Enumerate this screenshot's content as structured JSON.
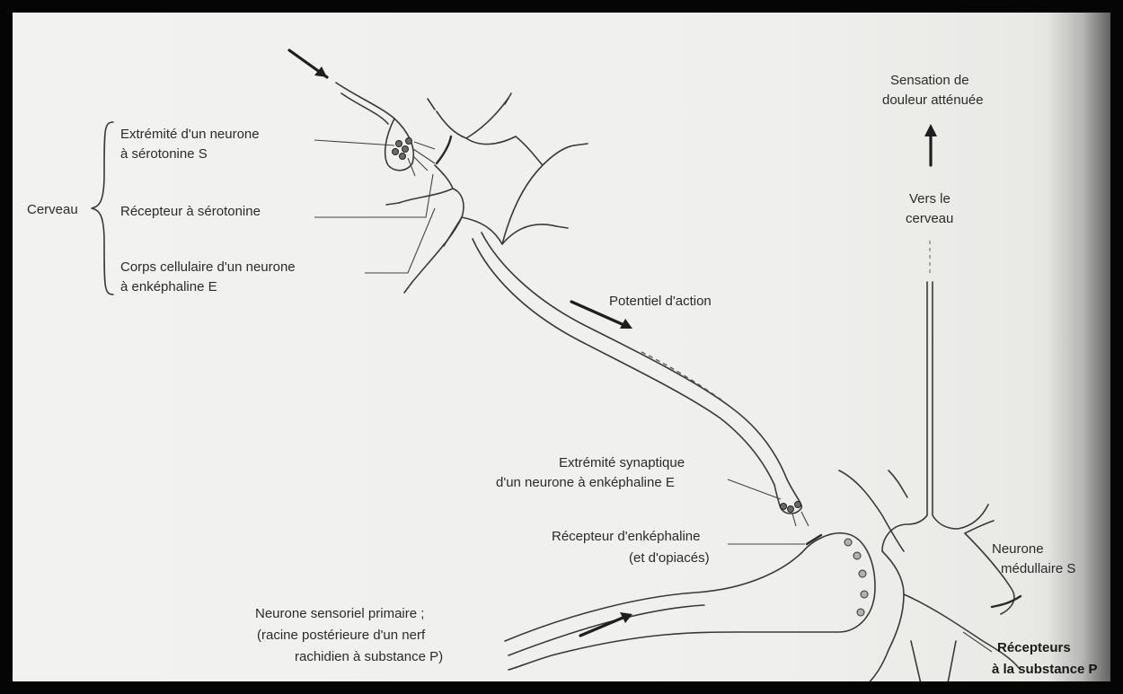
{
  "labels": {
    "cerveau": "Cerveau",
    "extremite_s_1": "Extrémité d'un neurone",
    "extremite_s_2": "à sérotonine S",
    "recepteur_serotonine": "Récepteur à sérotonine",
    "corps_cellulaire_1": "Corps cellulaire d'un neurone",
    "corps_cellulaire_2": "à enképhaline E",
    "potentiel_action": "Potentiel d'action",
    "sensation_1": "Sensation de",
    "sensation_2": "douleur atténuée",
    "vers_cerveau_1": "Vers le",
    "vers_cerveau_2": "cerveau",
    "extremite_e_1": "Extrémité synaptique",
    "extremite_e_2": "d'un neurone à enképhaline E",
    "recepteur_enk_1": "Récepteur d'enképhaline",
    "recepteur_enk_2": "(et d'opiacés)",
    "neurone_medullaire_1": "Neurone",
    "neurone_medullaire_2": "médullaire S",
    "neurone_sensoriel_1": "Neurone sensoriel primaire ;",
    "neurone_sensoriel_2": "(racine postérieure d'un nerf",
    "neurone_sensoriel_3": "rachidien à substance P)",
    "recepteurs_p_1": "Récepteurs",
    "recepteurs_p_2": "à la substance P"
  }
}
